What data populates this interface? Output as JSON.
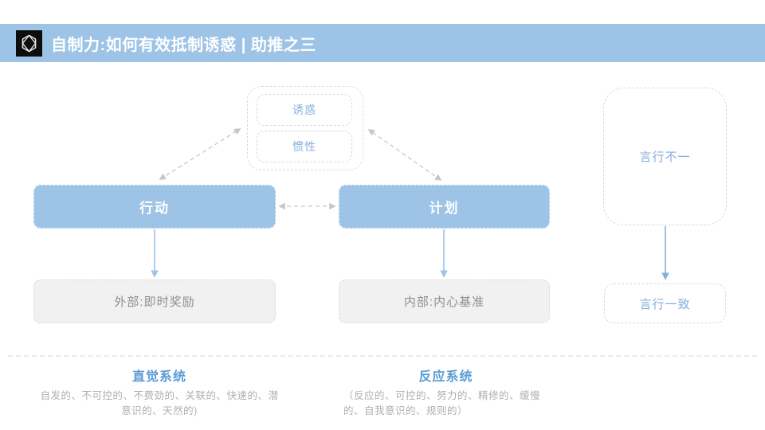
{
  "header": {
    "title": "自制力:如何有效抵制诱惑 | 助推之三",
    "logo_icon": "cube-wireframe-icon"
  },
  "diagram": {
    "temptation_group": {
      "items": [
        {
          "label": "诱惑"
        },
        {
          "label": "惯性"
        }
      ]
    },
    "action": {
      "label": "行动"
    },
    "plan": {
      "label": "计划"
    },
    "external": {
      "label": "外部:即时奖励"
    },
    "internal": {
      "label": "内部:内心基准"
    },
    "inconsistent": {
      "label": "言行不一"
    },
    "consistent": {
      "label": "言行一致"
    },
    "arrows": [
      {
        "name": "action-temptation-group",
        "style": "dashed-gray",
        "heads": "both"
      },
      {
        "name": "plan-temptation-group",
        "style": "dashed-gray",
        "heads": "both"
      },
      {
        "name": "action-plan",
        "style": "dashed-gray",
        "heads": "both"
      },
      {
        "name": "action-to-external",
        "style": "solid-blue",
        "heads": "end"
      },
      {
        "name": "plan-to-internal",
        "style": "solid-blue",
        "heads": "end"
      },
      {
        "name": "inconsistent-to-consistent",
        "style": "solid-blue",
        "heads": "end"
      }
    ]
  },
  "footer": {
    "left": {
      "title": "直觉系统",
      "desc_lines": [
        "自发的、不可控的、不费劲的、关联的、快速的、潜",
        "意识的、天然的)"
      ]
    },
    "right": {
      "title": "反应系统",
      "desc_lines": [
        "（反应的、可控的、努力的、精修的、缓慢",
        "的、自我意识的、规则的）"
      ]
    }
  },
  "colors": {
    "header_bar": "#9DC3E6",
    "solid_box_fill": "#9DC3E6",
    "dashed_border_gray": "#D9D9D9",
    "gray_box_fill": "#F1F1F1",
    "gray_box_text": "#8F8F8F",
    "blue_label_text": "#86ADDC",
    "footer_heading_blue": "#5B9BD5",
    "footer_desc_gray": "#AFAFAF",
    "blue_arrow": "#9DC3E6",
    "right_blue_arrow": "#88AEDC",
    "gray_arrow": "#C6C6C6"
  }
}
